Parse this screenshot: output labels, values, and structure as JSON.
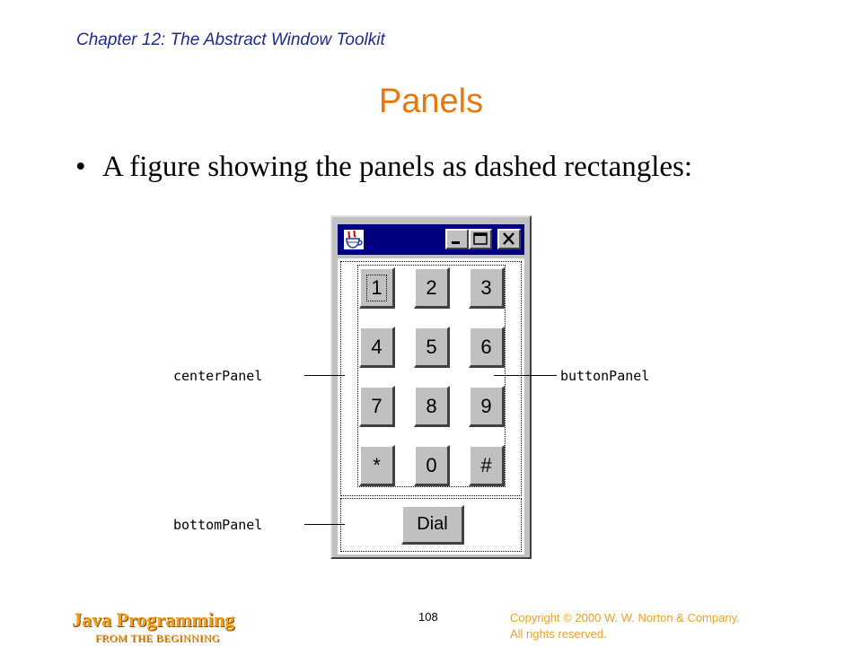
{
  "slide": {
    "chapter": "Chapter 12: The Abstract Window Toolkit",
    "title": "Panels",
    "bullet": "A figure showing the panels as dashed rectangles:"
  },
  "window": {
    "title_icon": "java-cup-icon",
    "controls": [
      "minimize-icon",
      "maximize-icon",
      "close-icon"
    ],
    "keypad": [
      "1",
      "2",
      "3",
      "4",
      "5",
      "6",
      "7",
      "8",
      "9",
      "*",
      "0",
      "#"
    ],
    "dial_label": "Dial"
  },
  "callouts": {
    "center": "centerPanel",
    "button": "buttonPanel",
    "bottom": "bottomPanel"
  },
  "footer": {
    "brand": "Java Programming",
    "subtitle": "FROM THE BEGINNING",
    "page": "108",
    "copyright_line1": "Copyright © 2000 W. W. Norton & Company.",
    "copyright_line2": "All rights reserved."
  },
  "colors": {
    "title": "#e8780a",
    "chapter": "#1f2a8a",
    "titlebar": "#000080",
    "window_face": "#c0c0c0",
    "footer_accent": "#f0a020"
  }
}
